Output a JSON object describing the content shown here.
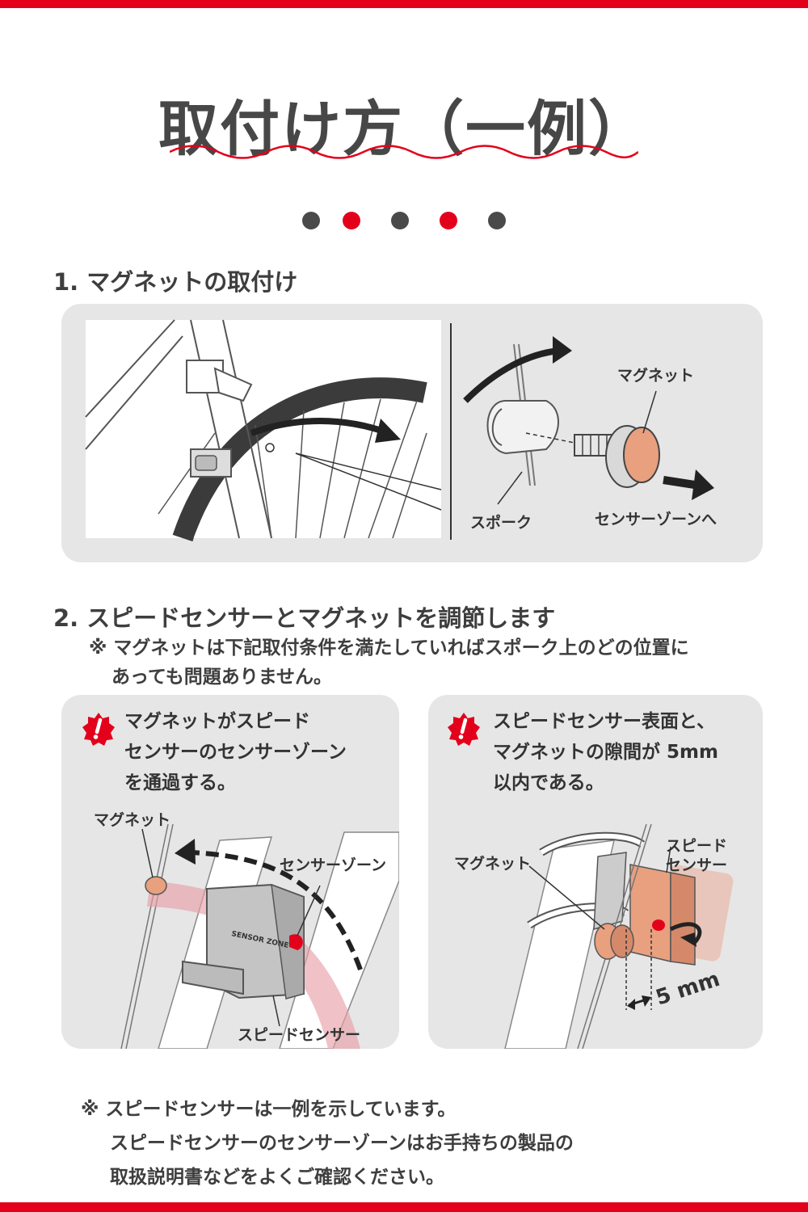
{
  "title": "取付け方（一例）",
  "colors": {
    "accent": "#e3001b",
    "dark": "#4a4a4a",
    "panel": "#e6e6e6",
    "magnet": "#e8a07f",
    "zone": "#e8a0a8"
  },
  "section1": {
    "heading": "1. マグネットの取付け",
    "labels": {
      "magnet": "マグネット",
      "spoke": "スポーク",
      "to_zone": "センサーゾーンへ"
    }
  },
  "section2": {
    "heading": "2. スピードセンサーとマグネットを調節します",
    "note_line1": "※ マグネットは下記取付条件を満たしていればスポーク上のどの位置に",
    "note_line2": "あっても問題ありません。",
    "card1": {
      "line1": "マグネットがスピード",
      "line2": "センサーのセンサーゾーン",
      "line3": "を通過する。",
      "label_magnet": "マグネット",
      "label_zone": "センサーゾーン",
      "label_sensor": "スピードセンサー",
      "device_print": "SENSOR ZONE"
    },
    "card2": {
      "line1": "スピードセンサー表面と、",
      "line2": "マグネットの隙間が 5mm",
      "line3": "以内である。",
      "label_magnet": "マグネット",
      "label_sensor_1": "スピード",
      "label_sensor_2": "センサー",
      "gap": "5 mm"
    }
  },
  "footer": {
    "line1": "※ スピードセンサーは一例を示しています。",
    "line2": "スピードセンサーのセンサーゾーンはお手持ちの製品の",
    "line3": "取扱説明書などをよくご確認ください。"
  }
}
